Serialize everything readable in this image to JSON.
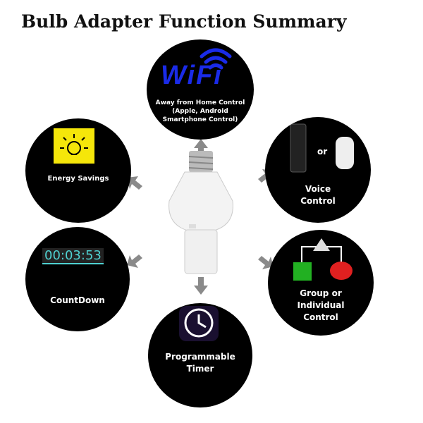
{
  "title": "Bulb Adapter Function Summary",
  "features": {
    "wifi": {
      "logo": "WiFi",
      "label_lines": [
        "Away from Home Control",
        "(Apple, Android",
        "Smartphone Control)"
      ]
    },
    "energy": {
      "label": "Energy Savings",
      "icon": "lightbulb-icon"
    },
    "voice": {
      "or": "or",
      "label_lines": [
        "Voice",
        "Control"
      ]
    },
    "countdown": {
      "timer": "00:03:53",
      "label": "CountDown"
    },
    "group": {
      "label_lines": [
        "Group or",
        "Individual",
        "Control"
      ]
    },
    "timer": {
      "label_lines": [
        "Programmable",
        "Timer"
      ],
      "icon": "clock-icon"
    }
  },
  "colors": {
    "wifi_blue": "#1a2be8",
    "timer_teal": "#4fd0d0",
    "energy_yellow": "#f5e60a",
    "green": "#22b022",
    "red": "#e02020",
    "arrow_gray": "#8a8a8a"
  }
}
